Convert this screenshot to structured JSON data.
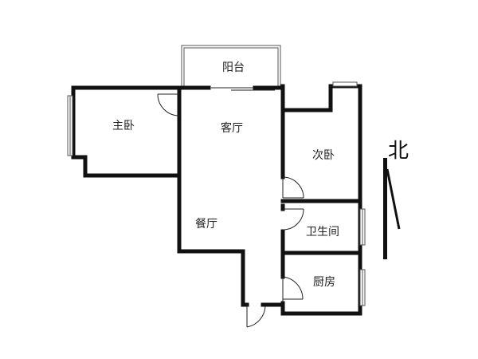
{
  "rooms": {
    "balcony": "阳台",
    "master_bedroom": "主卧",
    "living_room": "客厅",
    "second_bedroom": "次卧",
    "dining_room": "餐厅",
    "bathroom": "卫生间",
    "kitchen": "厨房"
  },
  "compass": {
    "north": "北"
  }
}
